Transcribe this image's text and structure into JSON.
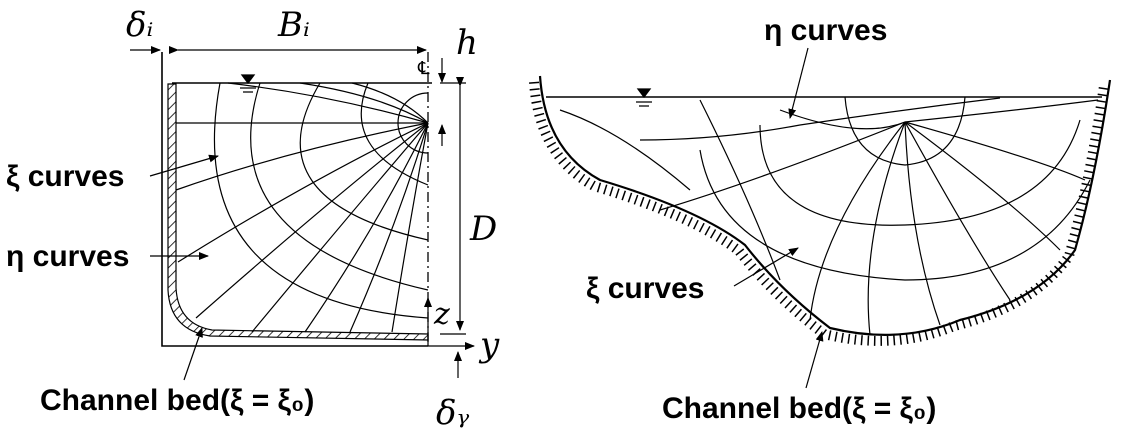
{
  "left_panel": {
    "symbols": {
      "delta_i": "δᵢ",
      "b_i": "Bᵢ",
      "h": "h",
      "d": "D",
      "z": "z",
      "y": "y",
      "delta_y": "δᵧ",
      "centerline_mark": "℄"
    },
    "labels": {
      "xi_curves": "ξ curves",
      "eta_curves": "η curves",
      "channel_bed": "Channel bed(ξ = ξ₀)"
    }
  },
  "right_panel": {
    "labels": {
      "eta_curves": "η curves",
      "xi_curves": "ξ curves",
      "channel_bed": "Channel bed(ξ = ξ₀)"
    }
  }
}
